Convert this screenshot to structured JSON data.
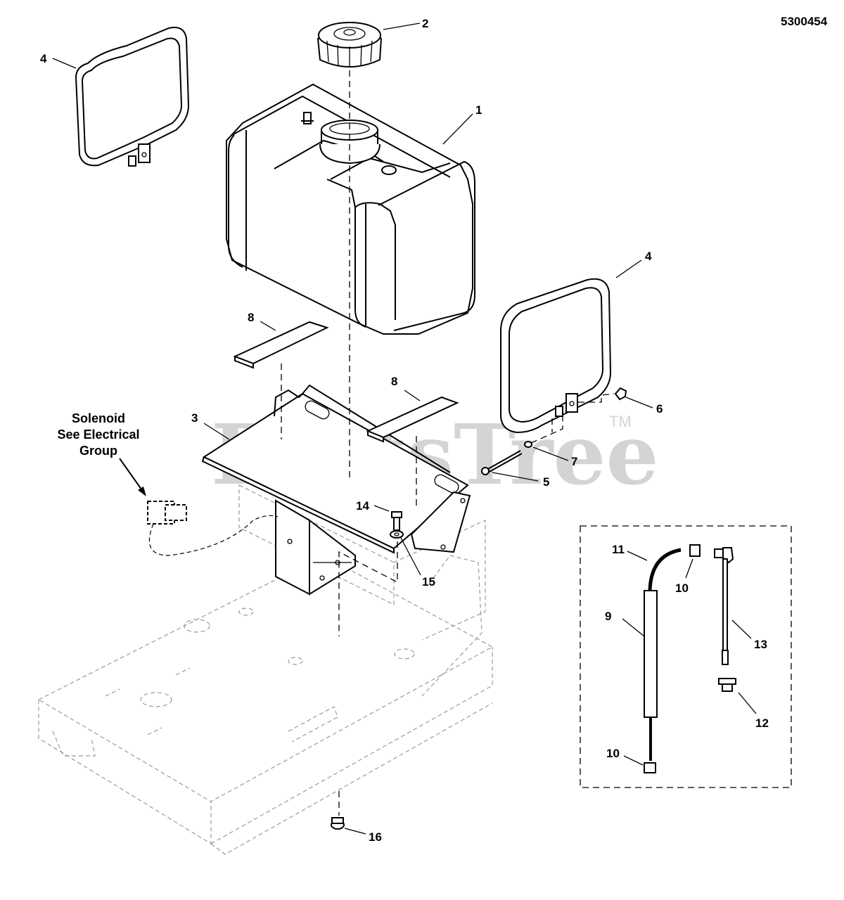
{
  "diagram": {
    "document_id": "5300454",
    "watermark": "PartsTree",
    "watermark_tm": "TM",
    "note": {
      "line1": "Solenoid",
      "line2": "See Electrical",
      "line3": "Group"
    },
    "callouts": {
      "c1": "1",
      "c2": "2",
      "c3": "3",
      "c4a": "4",
      "c4b": "4",
      "c5": "5",
      "c6": "6",
      "c7": "7",
      "c8a": "8",
      "c8b": "8",
      "c9": "9",
      "c10a": "10",
      "c10b": "10",
      "c11": "11",
      "c12": "12",
      "c13": "13",
      "c14": "14",
      "c15": "15",
      "c16": "16"
    }
  }
}
